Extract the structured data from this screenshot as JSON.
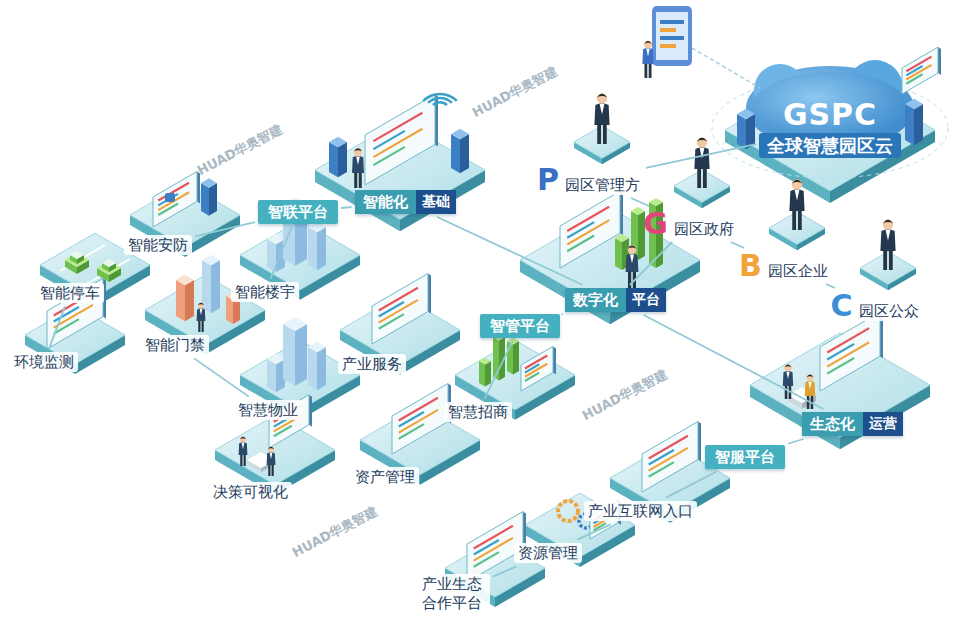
{
  "diagram": {
    "nodes": [
      {
        "text": [
          "GSPC",
          "全球智慧园区云"
        ]
      },
      {
        "text": [
          "P",
          "园区管理方"
        ]
      },
      {
        "text": [
          "G",
          "园区政府"
        ]
      },
      {
        "text": [
          "B",
          "园区企业"
        ]
      },
      {
        "text": [
          "C",
          "园区公众"
        ]
      },
      {
        "text": [
          "智能化",
          "基础"
        ]
      },
      {
        "text": [
          "智联平台"
        ]
      },
      {
        "text": [
          "智能安防"
        ]
      },
      {
        "text": [
          "智能楼宇"
        ]
      },
      {
        "text": [
          "智能停车"
        ]
      },
      {
        "text": [
          "智能门禁"
        ]
      },
      {
        "text": [
          "环境监测"
        ]
      },
      {
        "text": [
          "数字化",
          "平台"
        ]
      },
      {
        "text": [
          "智管平台"
        ]
      },
      {
        "text": [
          "产业服务"
        ]
      },
      {
        "text": [
          "智慧招商"
        ]
      },
      {
        "text": [
          "智慧物业"
        ]
      },
      {
        "text": [
          "资产管理"
        ]
      },
      {
        "text": [
          "决策可视化"
        ]
      },
      {
        "text": [
          "生态化",
          "运营"
        ]
      },
      {
        "text": [
          "智服平台"
        ]
      },
      {
        "text": [
          "产业互联网入口"
        ]
      },
      {
        "text": [
          "资源管理"
        ]
      },
      {
        "text": [
          "产业生态 合作平台"
        ]
      }
    ],
    "edges": [
      {
        "from": 0,
        "to": 1,
        "arrow": "none"
      },
      {
        "from": 1,
        "to": 2,
        "arrow": "none"
      },
      {
        "from": 2,
        "to": 3,
        "arrow": "none"
      },
      {
        "from": 3,
        "to": 4,
        "arrow": "none"
      },
      {
        "from": 5,
        "to": 12,
        "arrow": "none"
      },
      {
        "from": 12,
        "to": 19,
        "arrow": "none"
      },
      {
        "from": 12,
        "to": 2,
        "arrow": "none"
      },
      {
        "from": 6,
        "to": 5,
        "arrow": "none"
      },
      {
        "from": 6,
        "to": 8,
        "arrow": "none"
      },
      {
        "from": 6,
        "to": 7,
        "arrow": "none"
      },
      {
        "from": 11,
        "to": 9,
        "arrow": "none"
      },
      {
        "from": 10,
        "to": 16,
        "arrow": "none"
      },
      {
        "from": 13,
        "to": 12,
        "arrow": "none"
      },
      {
        "from": 13,
        "to": 15,
        "arrow": "none"
      },
      {
        "from": 20,
        "to": 19,
        "arrow": "none"
      },
      {
        "from": 20,
        "to": 21,
        "arrow": "none"
      },
      {
        "from": 21,
        "to": 22,
        "arrow": "none"
      },
      {
        "from": 22,
        "to": 23,
        "arrow": "none"
      }
    ],
    "labels": [
      "HUAD华奥智建",
      "HUAD华奥智建",
      "HUAD华奥智建",
      "HUAD华奥智建"
    ]
  }
}
